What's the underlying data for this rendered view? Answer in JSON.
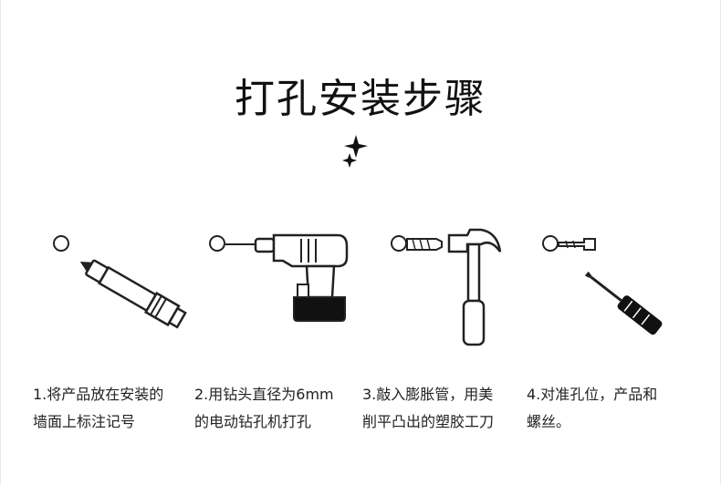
{
  "title": "打孔安装步骤",
  "steps": [
    {
      "icon": "marker-pen-icon",
      "line1": "1.将产品放在安装的",
      "line2": "墙面上标注记号"
    },
    {
      "icon": "electric-drill-icon",
      "line1": "2.用钻头直径为6mm",
      "line2": "的电动钻孔机打孔"
    },
    {
      "icon": "hammer-anchor-icon",
      "line1": "3.敲入膨胀管，用美",
      "line2": "削平凸出的塑胶工刀"
    },
    {
      "icon": "screwdriver-screw-icon",
      "line1": "4.对准孔位，产品和",
      "line2": "螺丝。"
    }
  ]
}
